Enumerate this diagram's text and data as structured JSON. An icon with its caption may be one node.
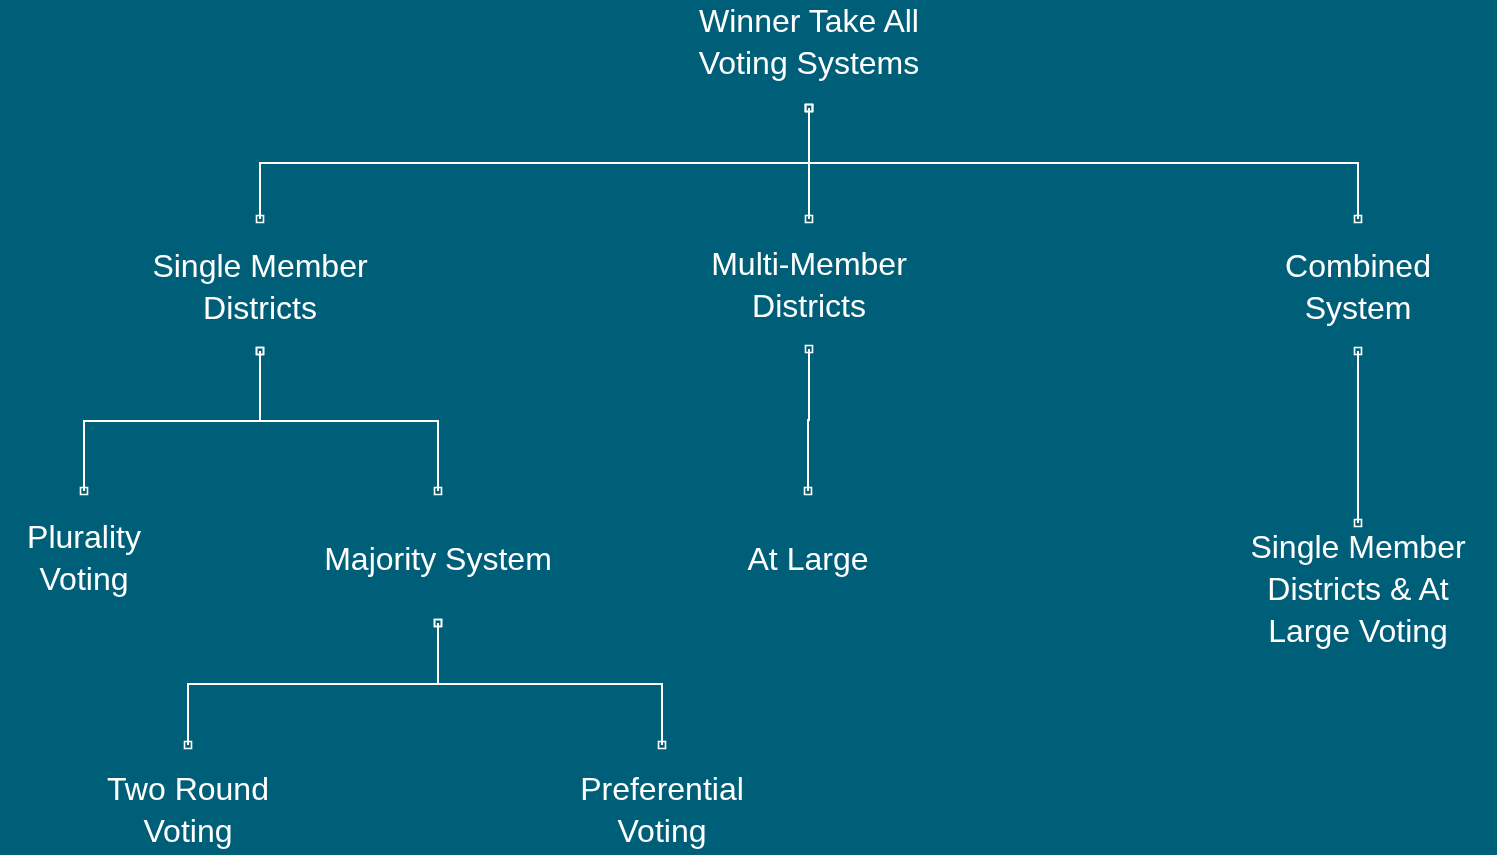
{
  "diagram": {
    "nodes": [
      {
        "text": [
          "Winner Take All Voting Systems"
        ]
      },
      {
        "text": [
          "Single Member Districts"
        ]
      },
      {
        "text": [
          "Multi-Member Districts"
        ]
      },
      {
        "text": [
          "Combined System"
        ]
      },
      {
        "text": [
          "Plurality Voting"
        ]
      },
      {
        "text": [
          "Majority System"
        ]
      },
      {
        "text": [
          "At Large"
        ]
      },
      {
        "text": [
          "Single Member Districts & At Large Voting"
        ]
      },
      {
        "text": [
          "Two Round Voting"
        ]
      },
      {
        "text": [
          "Preferential Voting"
        ]
      }
    ],
    "edges": [
      {
        "from": 0,
        "to": 1,
        "arrow": "other"
      },
      {
        "from": 0,
        "to": 2,
        "arrow": "other"
      },
      {
        "from": 0,
        "to": 3,
        "arrow": "other"
      },
      {
        "from": 1,
        "to": 4,
        "arrow": "other"
      },
      {
        "from": 1,
        "to": 5,
        "arrow": "other"
      },
      {
        "from": 2,
        "to": 6,
        "arrow": "other"
      },
      {
        "from": 3,
        "to": 7,
        "arrow": "other"
      },
      {
        "from": 5,
        "to": 8,
        "arrow": "other"
      },
      {
        "from": 5,
        "to": 9,
        "arrow": "other"
      }
    ]
  }
}
